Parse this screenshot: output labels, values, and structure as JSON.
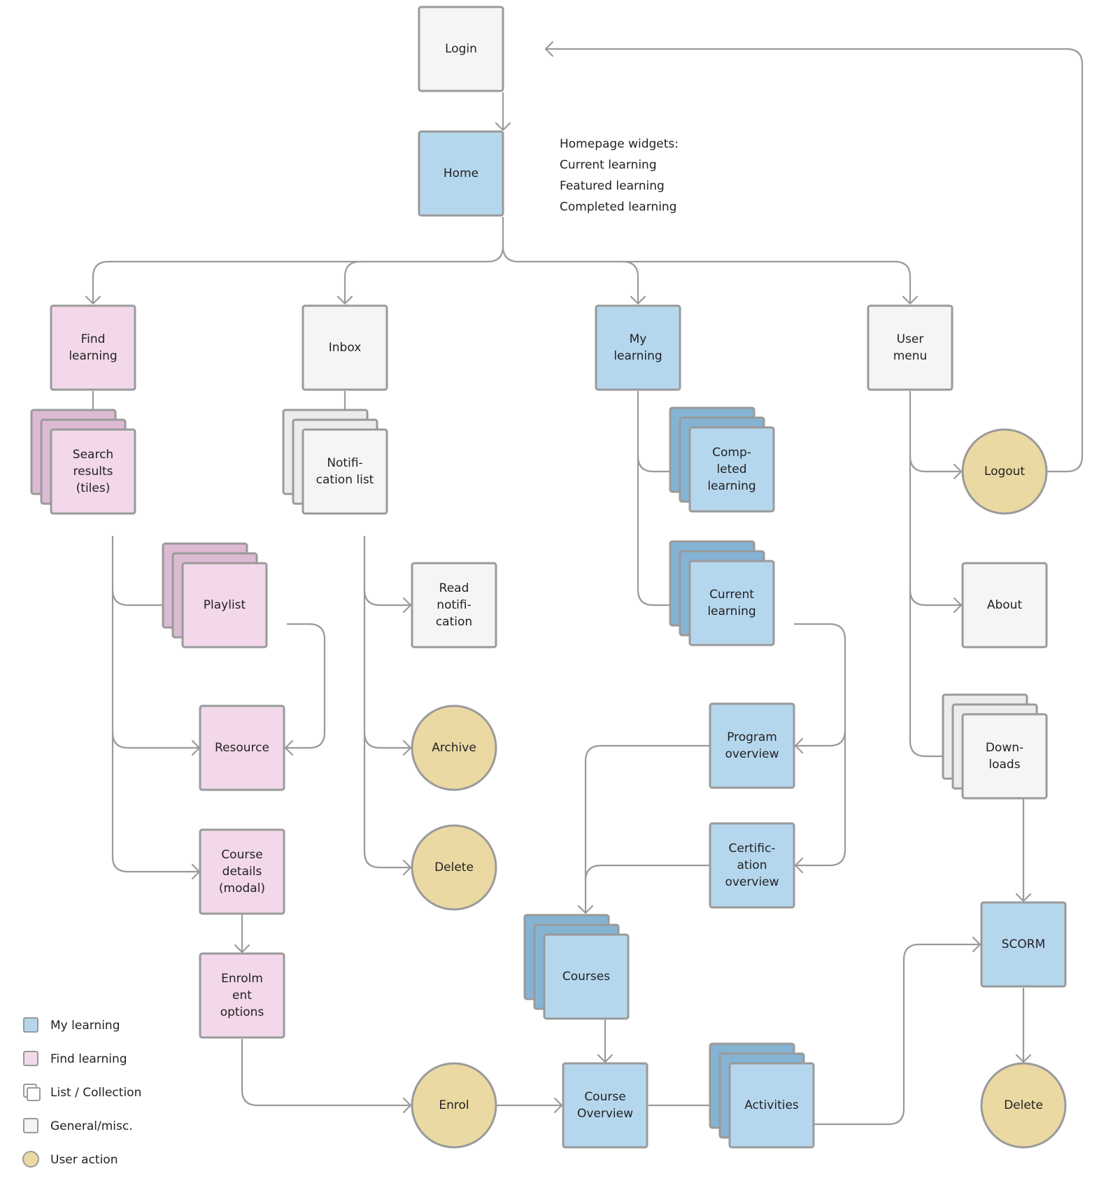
{
  "palette": {
    "my_learning": "#b5d7ee",
    "my_learning_back": "#85b3d3",
    "find_learning": "#f2d8ea",
    "find_learning_back": "#ddbad4",
    "general": "#f5f5f5",
    "general_back": "#ececec",
    "user_action": "#ead9a3",
    "border": "#9a9a9a"
  },
  "nodes": {
    "login": "Login",
    "home": "Home",
    "find_learning": "Find\nlearning",
    "inbox": "Inbox",
    "my_learning": "My\nlearning",
    "user_menu": "User\nmenu",
    "search_results": "Search\nresults\n(tiles)",
    "notification_list": "Notifi-\ncation list",
    "completed_learning": "Comp-\nleted\nlearning",
    "logout": "Logout",
    "playlist": "Playlist",
    "read_notification": "Read\nnotifi-\ncation",
    "current_learning": "Current\nlearning",
    "about": "About",
    "resource": "Resource",
    "archive": "Archive",
    "program_overview": "Program\noverview",
    "downloads": "Down-\nloads",
    "course_details": "Course\ndetails\n(modal)",
    "delete_notification": "Delete",
    "certification_overview": "Certific-\nation\noverview",
    "scorm": "SCORM",
    "enrolment_options": "Enrolm\nent\noptions",
    "courses": "Courses",
    "enrol": "Enrol",
    "course_overview": "Course\nOverview",
    "activities": "Activities",
    "delete_scorm": "Delete"
  },
  "homepage_note": {
    "heading": "Homepage widgets:",
    "items": [
      "Current learning",
      "Featured learning",
      "Completed learning"
    ]
  },
  "legend": [
    {
      "label": "My learning",
      "kind": "my_learning"
    },
    {
      "label": "Find learning",
      "kind": "find_learning"
    },
    {
      "label": "List / Collection",
      "kind": "collection"
    },
    {
      "label": "General/misc.",
      "kind": "general"
    },
    {
      "label": "User action",
      "kind": "user_action"
    }
  ]
}
